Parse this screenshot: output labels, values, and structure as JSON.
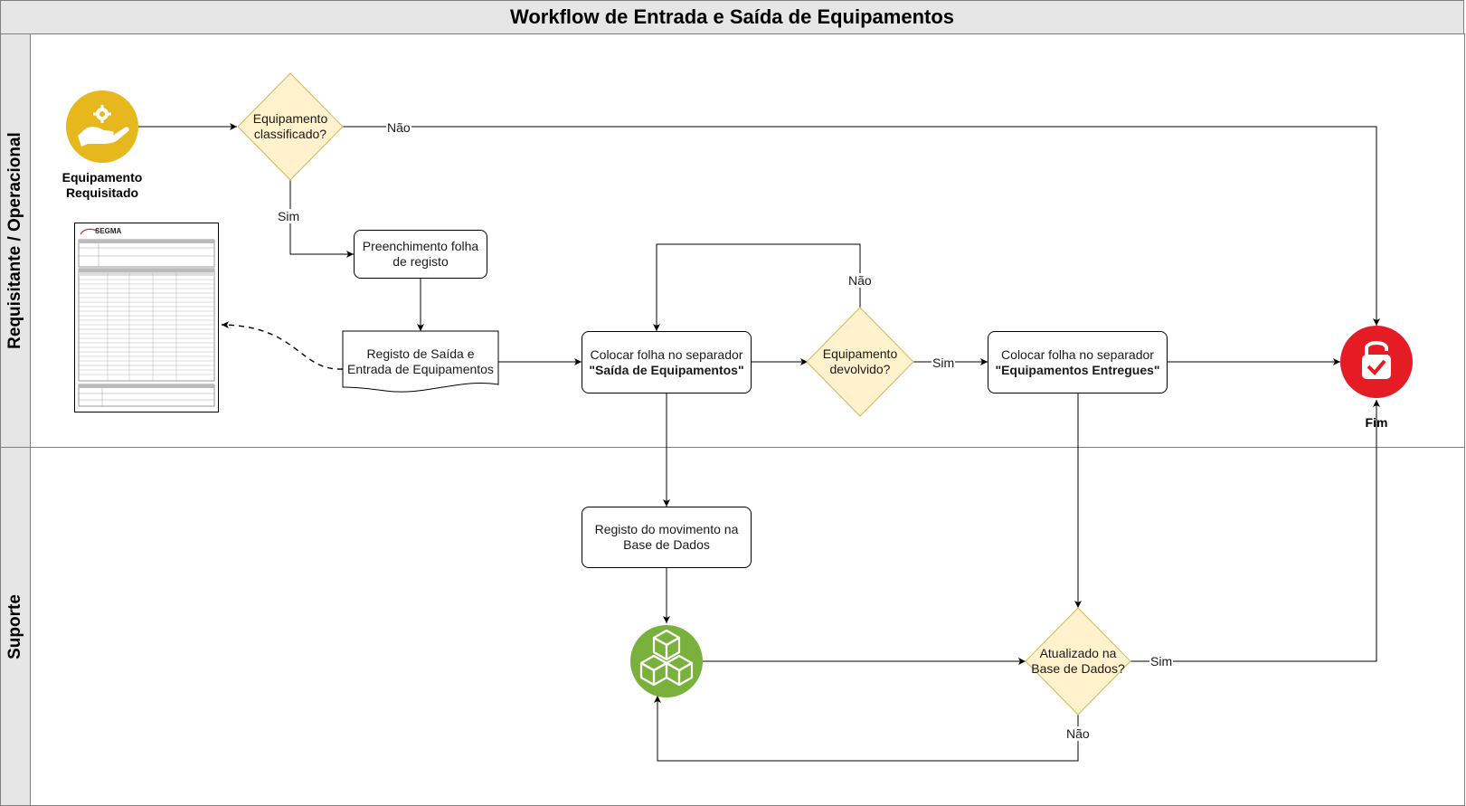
{
  "title": "Workflow de Entrada e Saída de Equipamentos",
  "lanes": [
    {
      "label": "Requisitante / Operacional"
    },
    {
      "label": "Suporte"
    }
  ],
  "events": {
    "start": {
      "label_line1": "Equipamento",
      "label_line2": "Requisitado",
      "icon": "hand-gear-icon",
      "color": "#e6b81e"
    },
    "end": {
      "label": "Fim",
      "icon": "lock-check-icon",
      "color": "#e51c23"
    },
    "database": {
      "icon": "cubes-icon",
      "color": "#7ab13d"
    }
  },
  "decisions": {
    "classified": {
      "line1": "Equipamento",
      "line2": "classificado?"
    },
    "returned": {
      "line1": "Equipamento",
      "line2": "devolvido?"
    },
    "updated": {
      "line1": "Atualizado na",
      "line2": "Base de Dados?"
    }
  },
  "tasks": {
    "fill_form": {
      "line1": "Preenchimento folha",
      "line2": "de registo"
    },
    "register_doc": {
      "line1": "Registo de Saída e",
      "line2": "Entrada de Equipamentos"
    },
    "place_out": {
      "line1": "Colocar folha no separador",
      "line2": "\"Saída de Equipamentos\""
    },
    "place_delivered": {
      "line1": "Colocar folha no separador",
      "line2": "\"Equipamentos Entregues\""
    },
    "db_record": {
      "line1": "Registo do movimento na",
      "line2": "Base de Dados"
    }
  },
  "edge_labels": {
    "classified_no": "Não",
    "classified_yes": "Sim",
    "returned_no": "Não",
    "returned_yes": "Sim",
    "updated_yes": "Sim",
    "updated_no": "Não"
  },
  "colors": {
    "decision_fill": "#fff2cc",
    "decision_stroke": "#d6b656",
    "lane_header": "#e6e6e6"
  },
  "form_thumbnail": {
    "logo": "SEGMA"
  }
}
